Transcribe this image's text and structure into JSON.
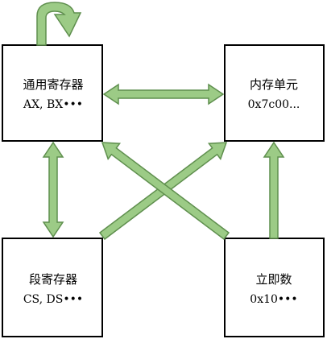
{
  "boxes": {
    "general_registers": {
      "title": "通用寄存器",
      "subtitle": "AX, BX•••"
    },
    "memory_unit": {
      "title": "内存单元",
      "subtitle": "0x7c00..."
    },
    "segment_registers": {
      "title": "段寄存器",
      "subtitle": "CS, DS•••"
    },
    "immediate": {
      "title": "立即数",
      "subtitle": "0x10•••"
    }
  },
  "colors": {
    "arrow_fill": "#9ccb86",
    "arrow_stroke": "#5f8f4e",
    "box_stroke": "#000000",
    "box_fill": "#ffffff"
  }
}
